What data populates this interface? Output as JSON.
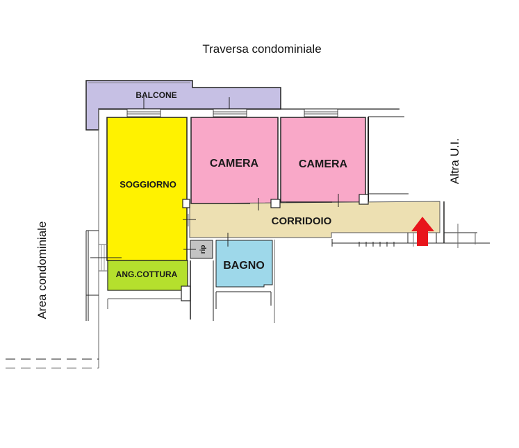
{
  "plan": {
    "top_label": "Traversa condominiale",
    "left_label": "Area condominiale",
    "right_label": "Altra U.I.",
    "colors": {
      "balcone": "#C6C0E4",
      "soggiorno": "#FFF200",
      "ang_cottura": "#B5E02D",
      "camera": "#F9A8C8",
      "corridoio": "#EDE0B2",
      "bagno": "#9ED8EA",
      "ripostiglio": "#C3C3C3",
      "entrance_arrow": "#E8151B"
    },
    "rooms": [
      {
        "id": "balcone",
        "label": "BALCONE"
      },
      {
        "id": "soggiorno",
        "label": "SOGGIORNO"
      },
      {
        "id": "camera1",
        "label": "CAMERA"
      },
      {
        "id": "camera2",
        "label": "CAMERA"
      },
      {
        "id": "corridoio",
        "label": "CORRIDOIO"
      },
      {
        "id": "bagno",
        "label": "BAGNO"
      },
      {
        "id": "ang_cottura",
        "label": "ANG.COTTURA"
      },
      {
        "id": "ripostiglio",
        "label": "rip"
      }
    ],
    "entrance_icon": "arrow-up-icon"
  }
}
